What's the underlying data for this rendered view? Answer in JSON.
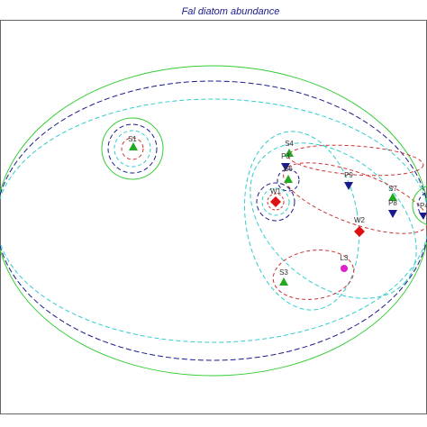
{
  "title": "Fal diatom abundance",
  "colors": {
    "green": "#33cc33",
    "navy": "#1a1a8c",
    "cyan": "#33cccc",
    "red": "#cc3333",
    "magenta": "#dd22cc",
    "frame": "#666666"
  },
  "samples": [
    {
      "id": "S1",
      "label": "S1",
      "marker": "triangle-up",
      "color": "#22aa22"
    },
    {
      "id": "S4",
      "label": "S4",
      "marker": "triangle-up",
      "color": "#22aa22"
    },
    {
      "id": "P3",
      "label": "P3",
      "marker": "triangle-down",
      "color": "#1a1a8c"
    },
    {
      "id": "S6",
      "label": "S6",
      "marker": "triangle-up",
      "color": "#22aa22"
    },
    {
      "id": "W1",
      "label": "W1",
      "marker": "diamond",
      "color": "#dd1111"
    },
    {
      "id": "P9",
      "label": "P9",
      "marker": "triangle-down",
      "color": "#1a1a8c"
    },
    {
      "id": "S7",
      "label": "S7",
      "marker": "triangle-up",
      "color": "#22aa22"
    },
    {
      "id": "P8",
      "label": "P8",
      "marker": "triangle-down",
      "color": "#1a1a8c"
    },
    {
      "id": "P4",
      "label": "P4",
      "marker": "triangle-down",
      "color": "#1a1a8c"
    },
    {
      "id": "W2",
      "label": "W2",
      "marker": "diamond",
      "color": "#dd1111"
    },
    {
      "id": "S3",
      "label": "S3",
      "marker": "triangle-up",
      "color": "#22aa22"
    },
    {
      "id": "L3",
      "label": "L3",
      "marker": "circle",
      "color": "#dd22cc"
    }
  ]
}
